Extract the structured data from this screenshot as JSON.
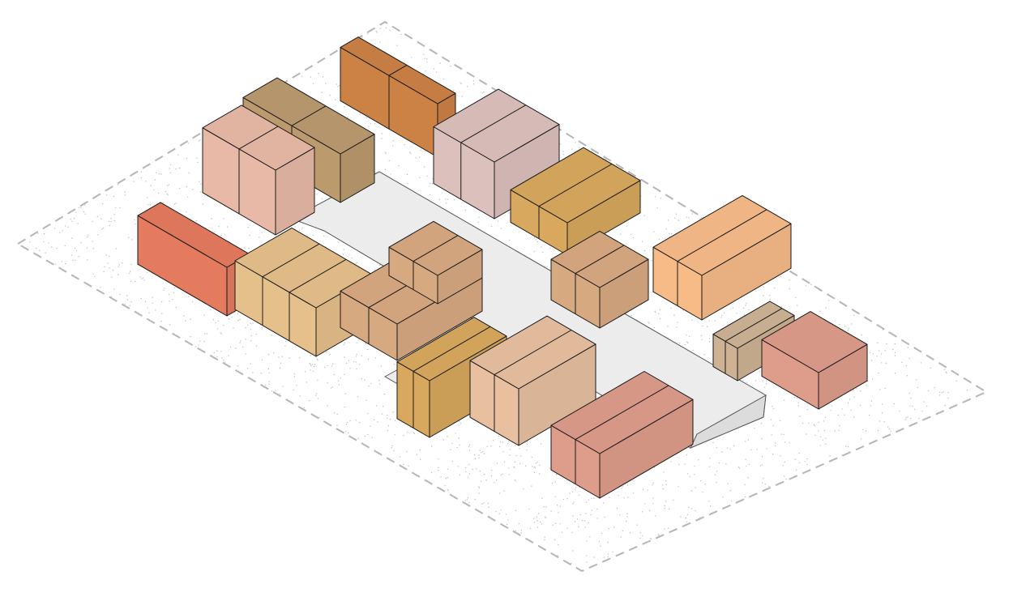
{
  "diagram": {
    "type": "isometric-massing-diagram",
    "site": {
      "boundary_style": "dashed",
      "boundary_color": "#b5b5b5",
      "ground_texture": "stipple"
    },
    "courtyard": {
      "color": "#ececec"
    },
    "palette": {
      "outline": "#1a1a1a",
      "coral": "#e47a5e",
      "terracotta": "#cc8145",
      "olive_tan": "#bb9a6e",
      "blush": "#e8b9a6",
      "mauve": "#dcc0bc",
      "mustard": "#d8a85e",
      "sand": "#e6c08a",
      "clay": "#d7a981",
      "apricot": "#f7bb88",
      "stone": "#cdb394",
      "salmon": "#de9c8a",
      "peach": "#e8c0a0"
    }
  }
}
